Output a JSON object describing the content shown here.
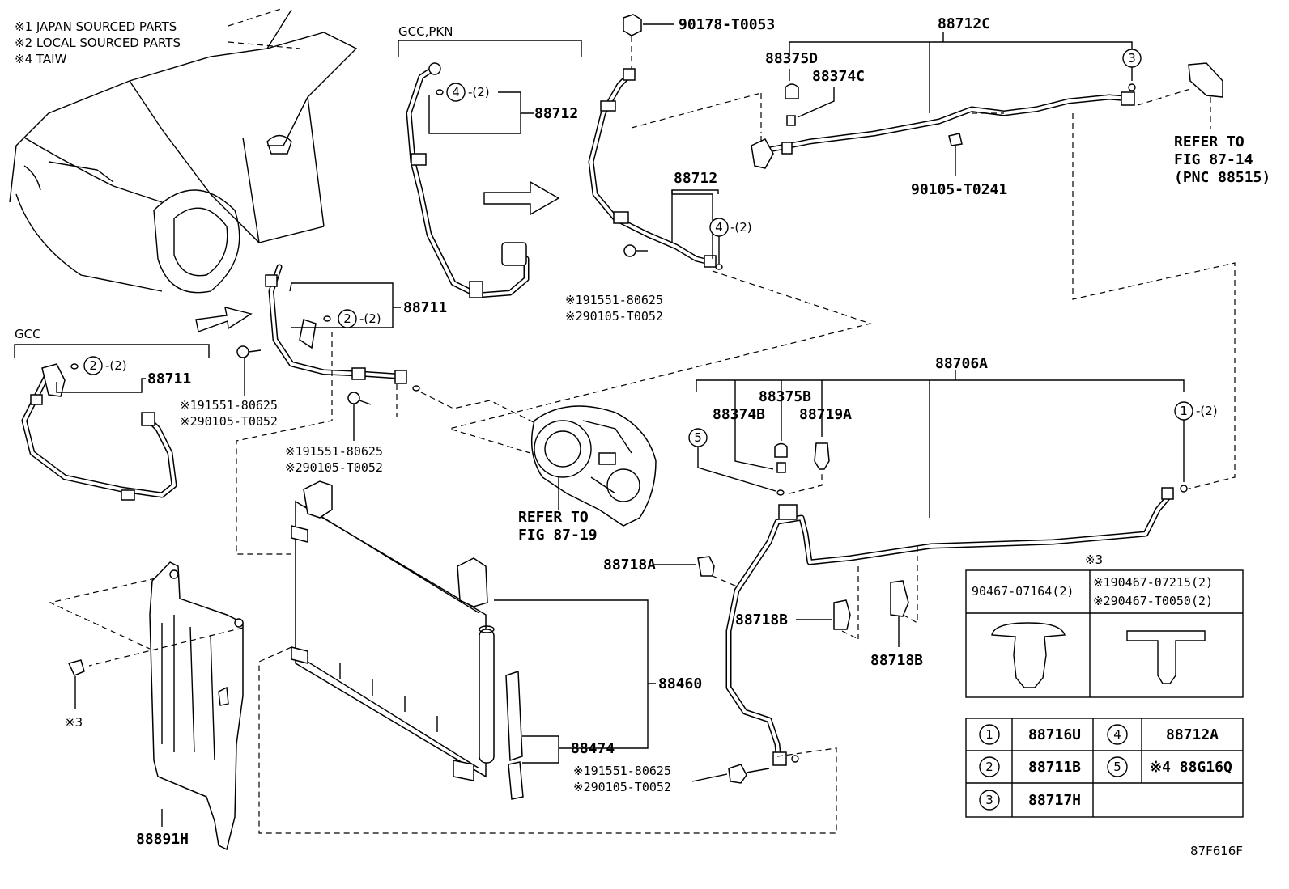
{
  "notes": {
    "n1": "※1 JAPAN SOURCED PARTS",
    "n2": "※2 LOCAL SOURCED PARTS",
    "n4": "※4 TAIW"
  },
  "groups": {
    "gcc_pkn": "GCC,PKN",
    "gcc": "GCC"
  },
  "parts": {
    "p88712C": "88712C",
    "p90178": "90178-T0053",
    "p88375D": "88375D",
    "p88374C": "88374C",
    "p90105_T0241": "90105-T0241",
    "p88712_a": "88712",
    "p88712_b": "88712",
    "p88711_a": "88711",
    "p88711_b": "88711",
    "p88706A": "88706A",
    "p88375B": "88375B",
    "p88374B": "88374B",
    "p88719A": "88719A",
    "p88718A": "88718A",
    "p88718B_a": "88718B",
    "p88718B_b": "88718B",
    "p88460": "88460",
    "p88474": "88474",
    "p88891H": "88891H"
  },
  "bolt_refs": {
    "a1": "※191551-80625",
    "a2": "※290105-T0052",
    "b1": "※191551-80625",
    "b2": "※290105-T0052",
    "c1": "※191551-80625",
    "c2": "※290105-T0052",
    "d1": "※191551-80625",
    "d2": "※290105-T0052",
    "note3": "※3"
  },
  "circles": {
    "c4a": "4",
    "c4a_qty": "-(2)",
    "c4b": "4",
    "c4b_qty": "-(2)",
    "c2a": "2",
    "c2a_qty": "-(2)",
    "c2b": "2",
    "c2b_qty": "-(2)",
    "c3": "3",
    "c5": "5",
    "c1": "1",
    "c1_qty": "-(2)"
  },
  "refers": {
    "r1_l1": "REFER TO",
    "r1_l2": "FIG 87-14",
    "r1_l3": "(PNC 88515)",
    "r2_l1": "REFER TO",
    "r2_l2": "FIG 87-19"
  },
  "clip_table": {
    "title": "※3",
    "left_header": "90467-07164(2)",
    "right_header_1": "※190467-07215(2)",
    "right_header_2": "※290467-T0050(2)"
  },
  "legend": [
    {
      "num": "1",
      "part": "88716U"
    },
    {
      "num": "4",
      "part": "88712A"
    },
    {
      "num": "2",
      "part": "88711B"
    },
    {
      "num": "5",
      "part": "※4 88G16Q"
    },
    {
      "num": "3",
      "part": "88717H"
    }
  ],
  "figure_code": "87F616F"
}
